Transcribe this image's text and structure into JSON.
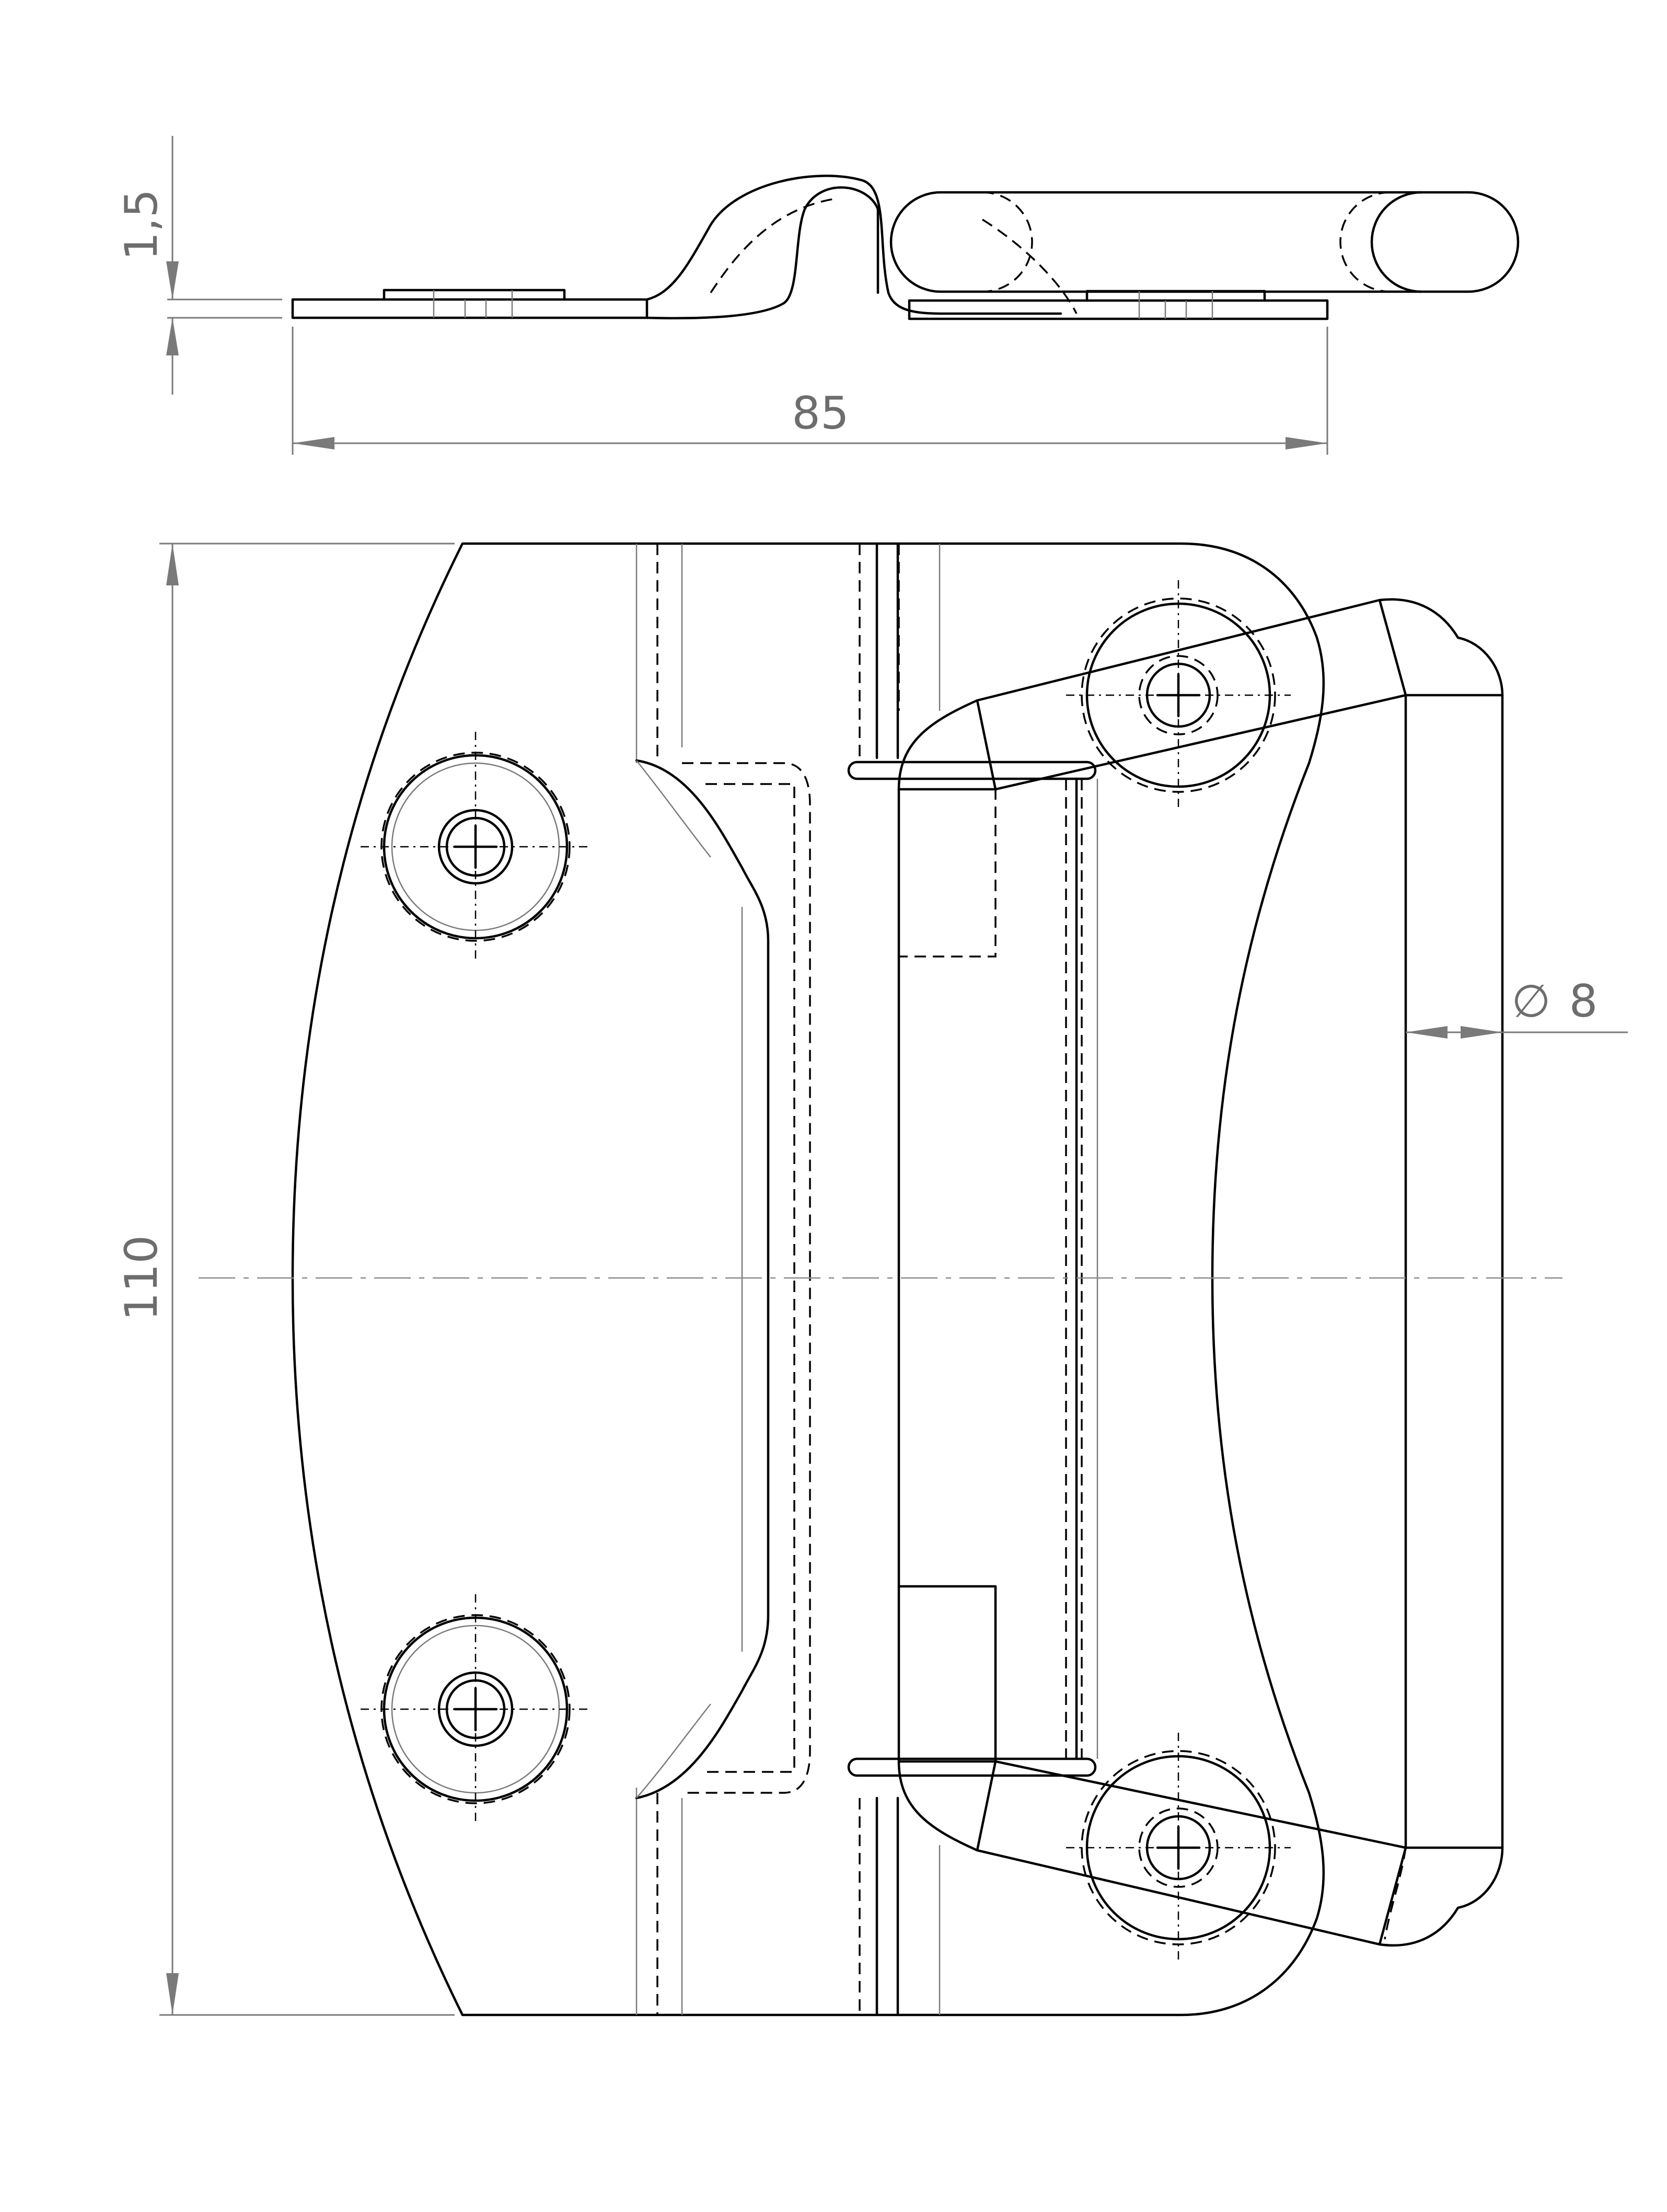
{
  "dimensions": {
    "thickness": "1,5",
    "width": "85",
    "height": "110",
    "diameter": "8",
    "diameter_symbol": "∅"
  }
}
